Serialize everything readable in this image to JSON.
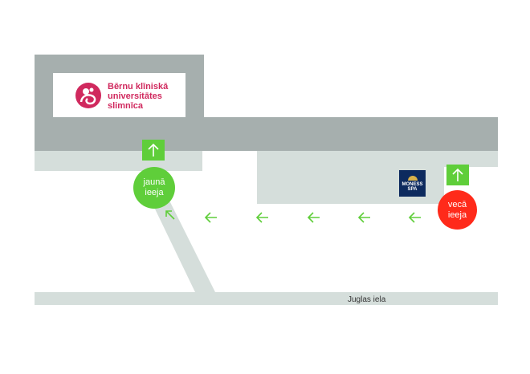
{
  "hospital": {
    "name_lines": [
      "Bērnu klīniskā",
      "universitātes",
      "slimnīca"
    ],
    "logo_icon": "hospital-emblem-icon",
    "brand_color": "#d0295e"
  },
  "entrances": {
    "new": {
      "label_lines": [
        "jaunā",
        "ieeja"
      ],
      "color": "#5fce3a"
    },
    "old": {
      "label_lines": [
        "vecā",
        "ieeja"
      ],
      "color": "#ff2a1a"
    }
  },
  "street": {
    "name": "Juglas iela"
  },
  "minor_logo": {
    "text_lines": [
      "MONESS",
      "SPA"
    ]
  },
  "direction_arrows": {
    "icon": "arrow-left-icon",
    "color": "#5fce3a"
  },
  "colors": {
    "building_dark": "#a6afae",
    "building_light": "#d5dedb",
    "path_green": "#5fce3a"
  }
}
